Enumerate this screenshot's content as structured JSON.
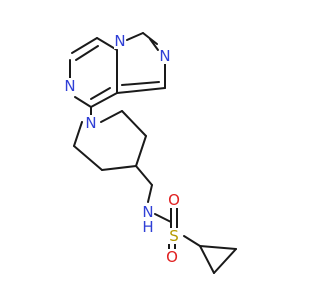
{
  "molecule": {
    "atoms": [
      {
        "id": "n_imid_top",
        "label": "N",
        "color": "#2f3fd6"
      },
      {
        "id": "n_pyrazine",
        "label": "N",
        "color": "#2f3fd6"
      },
      {
        "id": "n_bridge",
        "label": "N",
        "color": "#2f3fd6"
      },
      {
        "id": "n_piperidine",
        "label": "N",
        "color": "#2f3fd6"
      },
      {
        "id": "n_sulfonamide",
        "label": "N",
        "color": "#2f3fd6"
      },
      {
        "id": "h_sulfonamide",
        "label": "H",
        "color": "#2f3fd6"
      },
      {
        "id": "s_sulfonyl",
        "label": "S",
        "color": "#b59a00"
      },
      {
        "id": "o_upper",
        "label": "O",
        "color": "#e02020"
      },
      {
        "id": "o_lower",
        "label": "O",
        "color": "#e02020"
      }
    ],
    "bond_color": "#1a1a1a"
  }
}
